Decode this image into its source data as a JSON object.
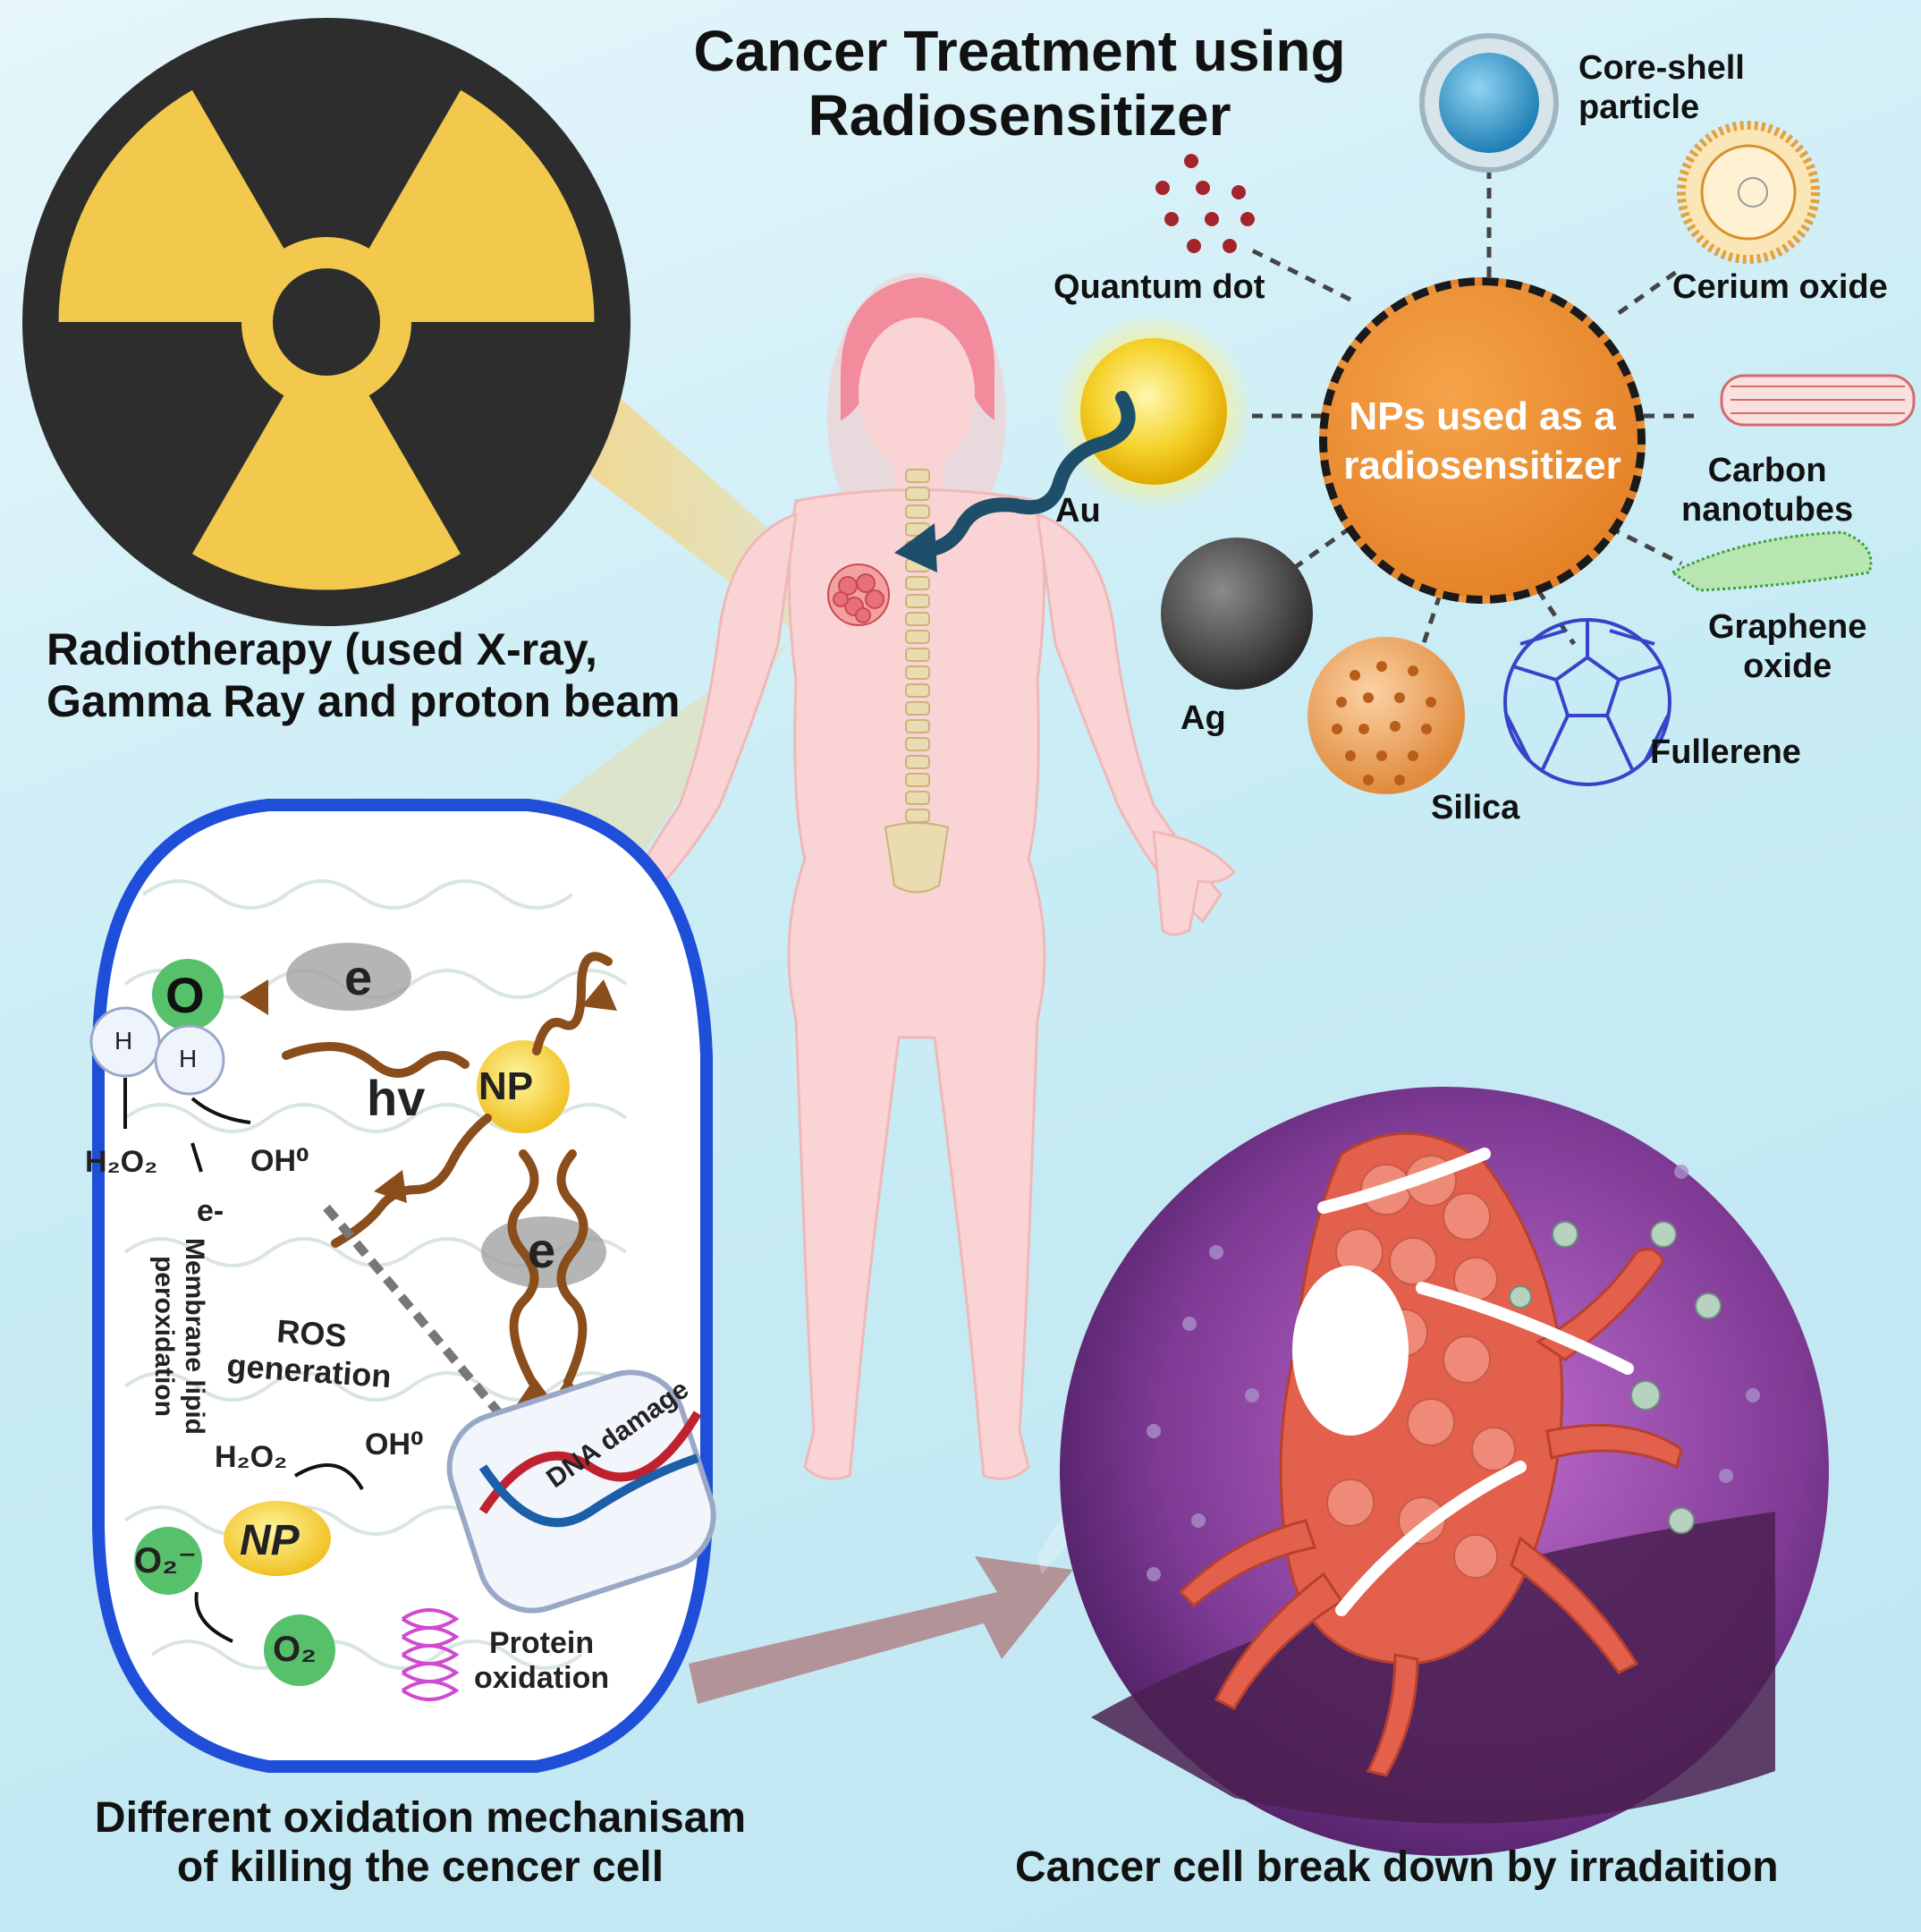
{
  "title": {
    "line1": "Cancer Treatment using",
    "line2": "Radiosensitizer"
  },
  "hub": {
    "line1": "NPs used as a",
    "line2": "radiosensitizer"
  },
  "nanoparticles": {
    "core_shell": {
      "line1": "Core-shell",
      "line2": "particle"
    },
    "quantum_dot": "Quantum dot",
    "cerium_oxide": "Cerium oxide",
    "carbon_nanotubes": {
      "line1": "Carbon",
      "line2": "nanotubes"
    },
    "graphene_oxide": {
      "line1": "Graphene",
      "line2": "oxide"
    },
    "fullerene": "Fullerene",
    "silica": "Silica",
    "ag": "Ag",
    "au": "Au"
  },
  "radiotherapy": {
    "line1": "Radiotherapy (used X-ray,",
    "line2": "Gamma Ray and proton beam"
  },
  "mechanism": {
    "caption_line1": "Different oxidation mechanisam",
    "caption_line2": "of killing the cencer cell",
    "o": "O",
    "h1": "H",
    "h2": "H",
    "e1": "e",
    "e2": "e",
    "hv": "hv",
    "np1": "NP",
    "np2": "NP",
    "h2o2_a": "H₂O₂",
    "oh_a": "OH⁰",
    "e_minus": "e-",
    "membrane": {
      "line1": "Membrane lipid",
      "line2": "peroxidation"
    },
    "ros": {
      "line1": "ROS",
      "line2": "generation"
    },
    "h2o2_b": "H₂O₂",
    "oh_b": "OH⁰",
    "o2_minus": "O₂⁻",
    "o2": "O₂",
    "dna_damage": "DNA damage",
    "protein": {
      "line1": "Protein",
      "line2": "oxidation"
    }
  },
  "breakdown_caption": "Cancer cell break down by irradaition",
  "colors": {
    "radiation_yellow": "#f2c94c",
    "radiation_dark": "#2d2d2d",
    "hub_orange": "#e8852a",
    "cell_border": "#1f4fd8",
    "tumor_purple": "#7a3a8c"
  }
}
